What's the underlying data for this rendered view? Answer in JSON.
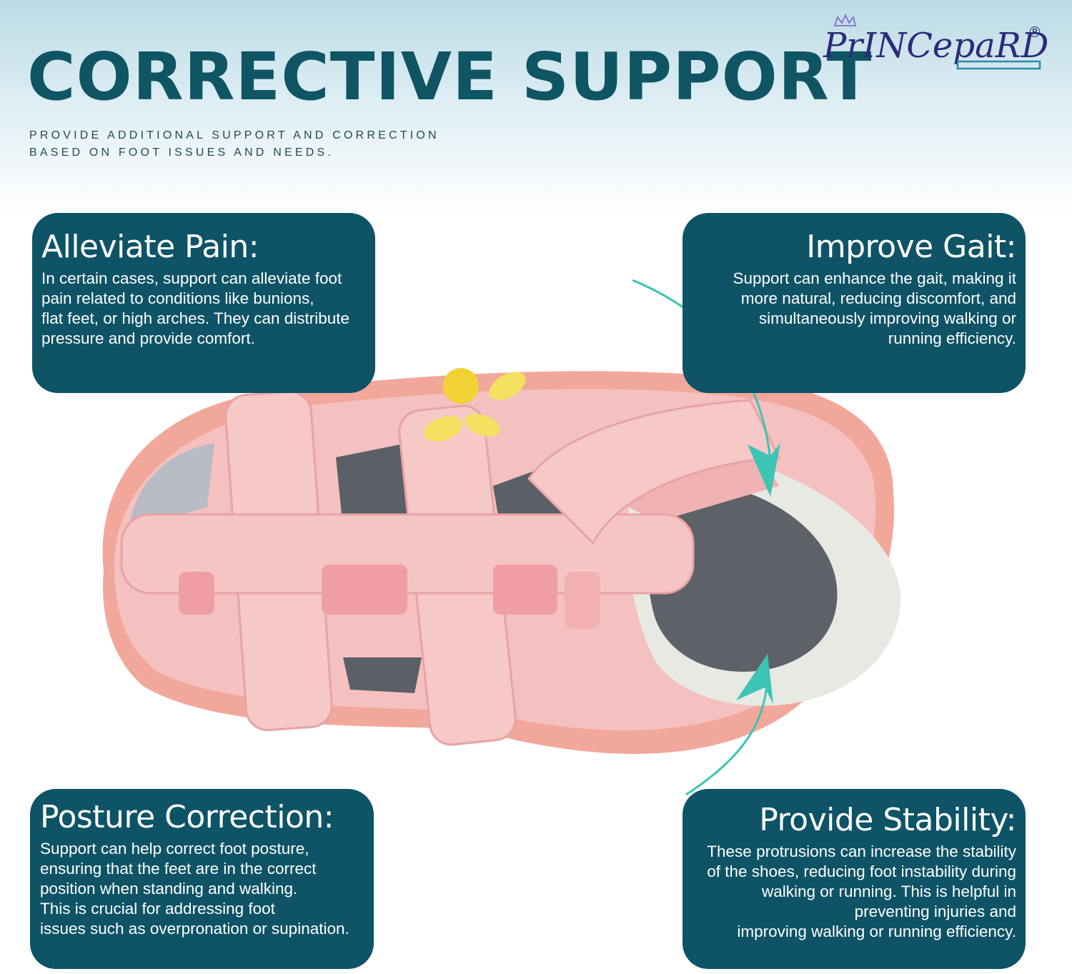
{
  "header": {
    "title": "CORRECTIVE SUPPORT",
    "subtitle_lines": [
      "PROVIDE ADDITIONAL SUPPORT AND CORRECTION",
      "BASED ON FOOT ISSUES AND NEEDS."
    ]
  },
  "brand": {
    "name": "PrINCepaRD",
    "registered": "®"
  },
  "cards": {
    "pain": {
      "title": "Alleviate Pain:",
      "lines": [
        "In certain cases, support can alleviate foot",
        "pain related to conditions like bunions,",
        "flat feet, or high arches. They can distribute",
        "pressure and provide comfort."
      ]
    },
    "gait": {
      "title": "Improve Gait:",
      "lines": [
        "Support can enhance the gait, making it",
        "more natural, reducing discomfort, and",
        "simultaneously improving walking or",
        "running efficiency."
      ]
    },
    "posture": {
      "title": "Posture Correction:",
      "lines": [
        "Support can help correct foot posture,",
        "ensuring that the feet are in the correct",
        "position when standing and walking.",
        "This is crucial for addressing foot",
        "issues such as overpronation or supination."
      ]
    },
    "stability": {
      "title": "Provide Stability:",
      "lines": [
        "These protrusions can increase the stability",
        "of the shoes, reducing foot instability during",
        "walking or running. This is helpful in",
        "preventing injuries and",
        "improving walking or running efficiency."
      ]
    }
  },
  "colors": {
    "card_bg": "#0e5366",
    "title_color": "#0f5563",
    "arrow": "#3cc4b4",
    "shoe_pink": "#f3b9b8",
    "sole": "#f2a79b"
  }
}
